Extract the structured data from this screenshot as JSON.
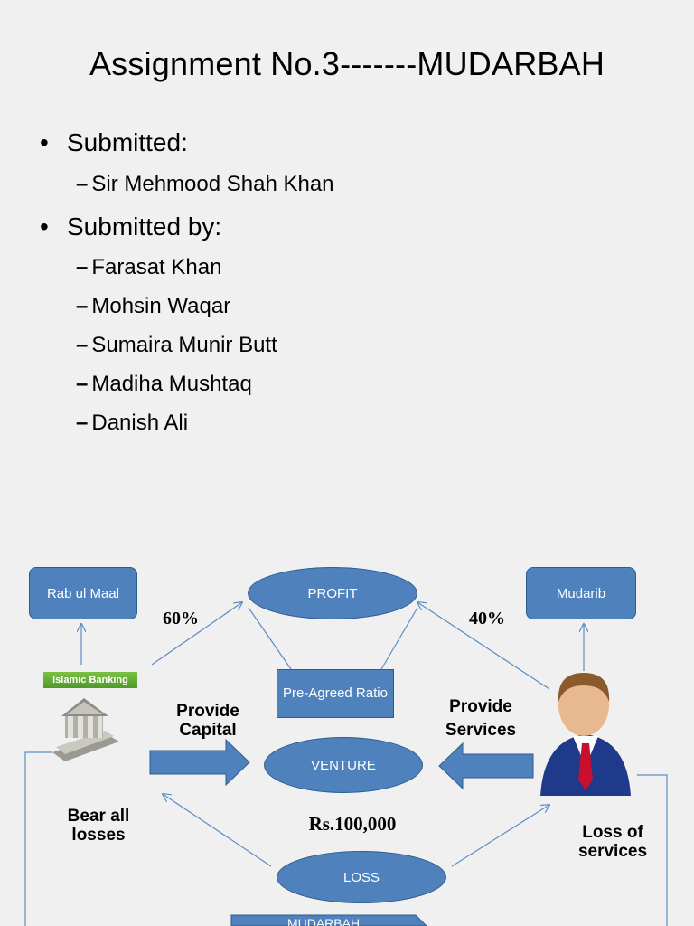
{
  "slide": {
    "title": "Assignment No.3-------MUDARBAH",
    "submitted_label": "Submitted:",
    "submitted_to": [
      "Sir Mehmood Shah Khan"
    ],
    "submitted_by_label": "Submitted by:",
    "members": [
      "Farasat Khan",
      "Mohsin Waqar",
      "Sumaira Munir Butt",
      "Madiha Mushtaq",
      "Danish Ali"
    ]
  },
  "diagram": {
    "rab_ul_maal": "Rab ul Maal",
    "mudarib": "Mudarib",
    "profit": "PROFIT",
    "venture": "VENTURE",
    "loss": "LOSS",
    "ratio": "Pre-Agreed Ratio",
    "pct_left": "60%",
    "pct_right": "40%",
    "provide_capital": "Provide Capital",
    "provide_services": "Provide Services",
    "bear_losses": "Bear all losses",
    "loss_of_services": "Loss of services",
    "amount": "Rs.100,000",
    "banner": "Islamic Banking",
    "bottom_label": "MUDARBAH",
    "colors": {
      "shape_fill": "#4f81bd",
      "shape_border": "#2e5c8f",
      "arrow": "#5b8cc6",
      "banner": "#6ab23a"
    }
  }
}
